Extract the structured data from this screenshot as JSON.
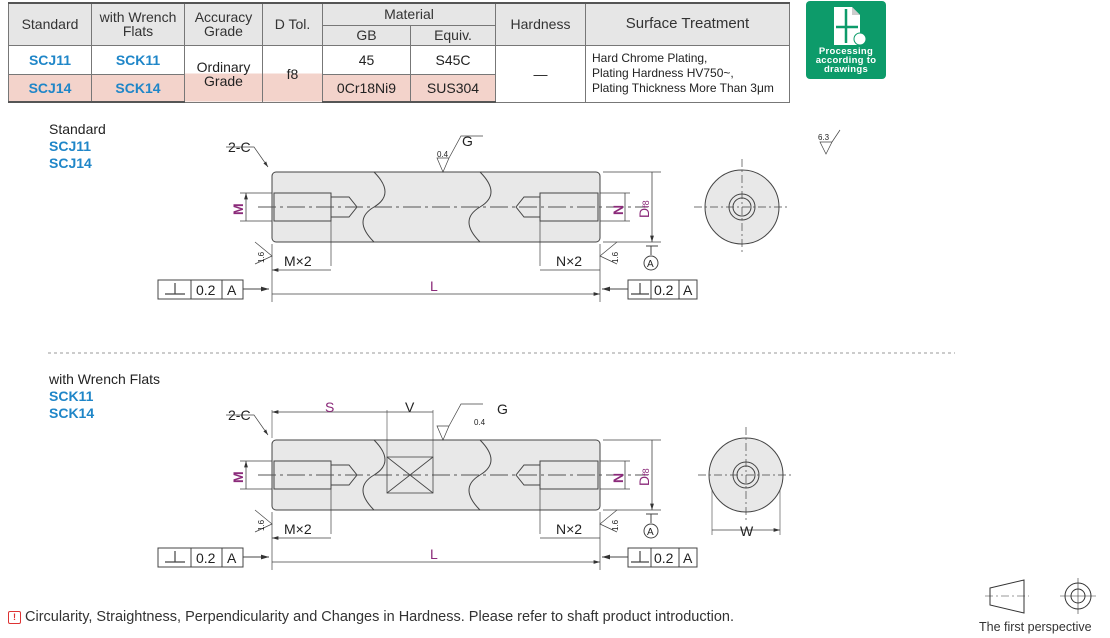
{
  "table": {
    "headers": {
      "standard": "Standard",
      "wrench": "with Wrench Flats",
      "accuracy": "Accuracy Grade",
      "dtol": "D Tol.",
      "material": "Material",
      "gb": "GB",
      "equiv": "Equiv.",
      "hardness": "Hardness",
      "surface": "Surface Treatment"
    },
    "rows": [
      {
        "standard": "SCJ11",
        "wrench": "SCK11",
        "gb": "45",
        "equiv": "S45C"
      },
      {
        "standard": "SCJ14",
        "wrench": "SCK14",
        "gb": "0Cr18Ni9",
        "equiv": "SUS304"
      }
    ],
    "accuracy": "Ordinary Grade",
    "dtol": "f8",
    "hardness": "—",
    "surface": [
      "Hard Chrome Plating,",
      "Plating Hardness HV750~,",
      "Plating Thickness More Than 3μm"
    ]
  },
  "logo": {
    "text": "Processing according to drawings",
    "color": "#0d9b6a"
  },
  "section1": {
    "title": "Standard",
    "codes": [
      "SCJ11",
      "SCJ14"
    ]
  },
  "section2": {
    "title": "with Wrench Flats",
    "codes": [
      "SCK11",
      "SCK14"
    ]
  },
  "labels": {
    "chamfer": "2-C",
    "g": "G",
    "rough_g": "0.4",
    "rough_end": "1.6",
    "m": "M",
    "n": "N",
    "d": "D",
    "d_sub": "f8",
    "datum": "A",
    "mx2": "M×2",
    "nx2": "N×2",
    "l": "L",
    "tol": "0.2",
    "tol_datum": "A",
    "perp": "⊥",
    "s": "S",
    "v": "V",
    "w": "W",
    "rough_general": "6.3"
  },
  "footnote": "Circularity, Straightness, Perpendicularity and Changes in Hardness. Please refer to shaft product introduction.",
  "perspective": "The first perspective",
  "colors": {
    "accent": "#1f86c8",
    "dimension": "#8b2a7a",
    "highlight": "#f3d3cb"
  }
}
